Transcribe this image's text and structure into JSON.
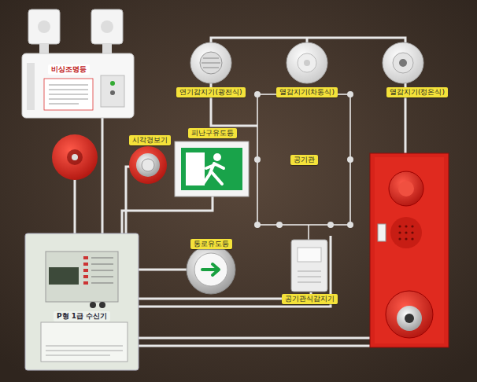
{
  "diagram": {
    "labels": [
      "비상조명등",
      "시각경보기",
      "피난구유도등",
      "통로유도등",
      "연기감지기(광전식)",
      "열감지기(차동식)",
      "열감지기(정온식)",
      "공기관",
      "공기관식감지기",
      "P형 1급 수신기"
    ]
  }
}
